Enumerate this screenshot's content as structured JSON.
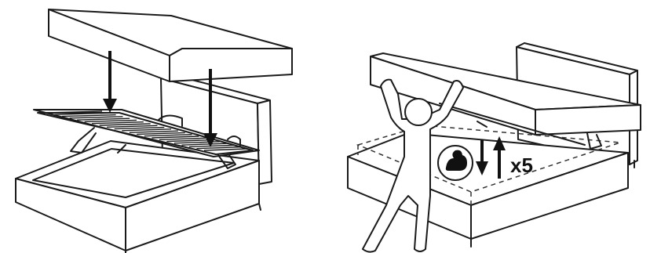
{
  "panels": [
    {
      "step": "place-mattress-on-lifting-base"
    },
    {
      "step": "lift-mattress-and-base"
    }
  ],
  "repeat_label": "x5",
  "icons": [
    "downward-arrow",
    "up-down-arrow",
    "strong-arm-icon",
    "person-lifting-icon"
  ]
}
